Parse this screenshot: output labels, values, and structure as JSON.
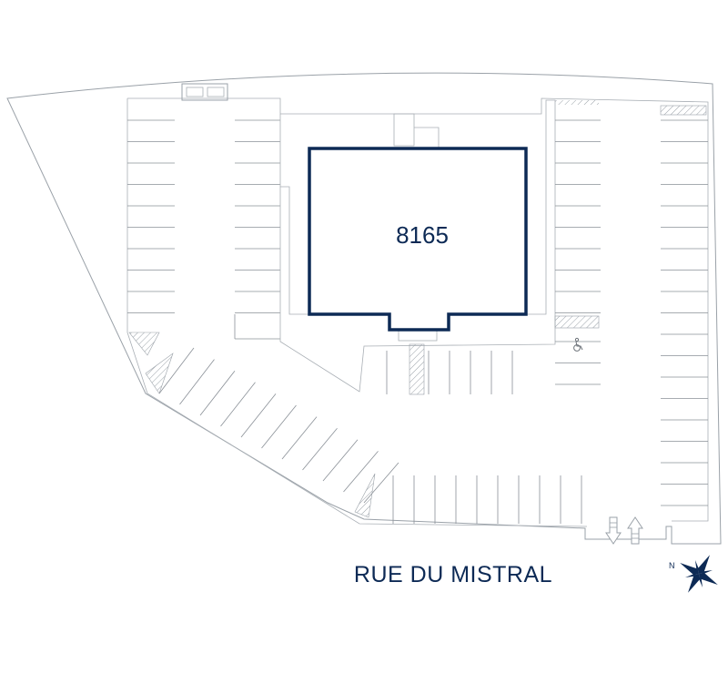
{
  "building": {
    "number": "8165"
  },
  "street": {
    "name": "RUE DU MISTRAL"
  },
  "compass": {
    "label": "N"
  },
  "colors": {
    "building_outline": "#0d2a55",
    "label_text": "#0d2a55",
    "site_lines": "#9aa1a8",
    "hatch": "#9aa1a8",
    "background": "#ffffff"
  },
  "icons": {
    "accessible_parking": "wheelchair-icon",
    "entrance_arrow": "arrow-up-icon",
    "exit_arrow": "arrow-down-icon",
    "north_arrow": "compass-rose-icon"
  }
}
